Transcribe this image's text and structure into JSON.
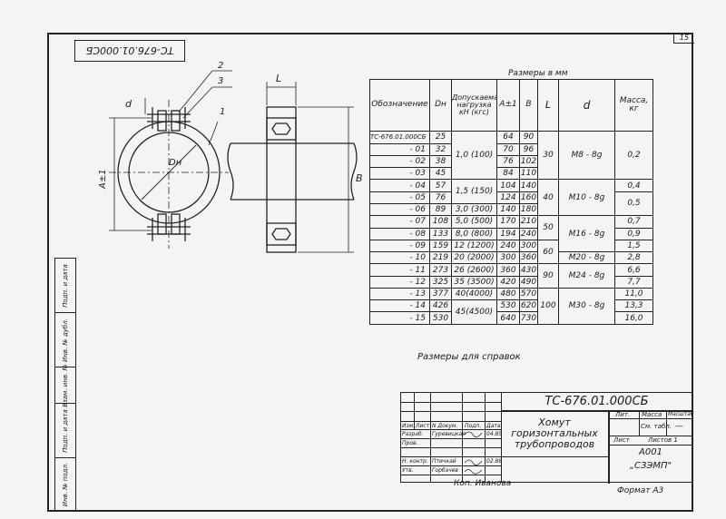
{
  "sheet_number": "15",
  "stamp_top": "ТС-676.01.000СБ",
  "sizes_header": "Размеры в мм",
  "reference_note": "Размеры для справок",
  "bottom_left": "Коп. Иванова",
  "bottom_right": "Формат А3",
  "drawing_labels": {
    "d": "d",
    "a": "A±1",
    "dn": "Dн",
    "l": "L",
    "b": "B",
    "callout_1": "1",
    "callout_2": "2",
    "callout_3": "3"
  },
  "side_labels": [
    "Инв. № подл.",
    "Подп. и дата",
    "Взам. инв. №",
    "Инв. № дубл.",
    "Подп. и дата"
  ],
  "table": {
    "headers": {
      "designation": "Обозначение",
      "dn": "Dн",
      "load": "Допускаемая нагрузка кН (кгс)",
      "a": "A±1",
      "b": "B",
      "l": "L",
      "d": "d",
      "mass": "Масса, кг"
    },
    "rows": [
      {
        "designation": "ТС-676.01.000СБ",
        "dn": "25",
        "a": "64",
        "b": "90"
      },
      {
        "designation": "- 01",
        "dn": "32",
        "a": "70",
        "b": "96"
      },
      {
        "designation": "- 02",
        "dn": "38",
        "a": "76",
        "b": "102"
      },
      {
        "designation": "- 03",
        "dn": "45",
        "a": "84",
        "b": "110"
      },
      {
        "designation": "- 04",
        "dn": "57",
        "a": "104",
        "b": "140"
      },
      {
        "designation": "- 05",
        "dn": "76",
        "a": "124",
        "b": "160"
      },
      {
        "designation": "- 06",
        "dn": "89",
        "a": "140",
        "b": "180"
      },
      {
        "designation": "- 07",
        "dn": "108",
        "a": "170",
        "b": "210"
      },
      {
        "designation": "- 08",
        "dn": "133",
        "a": "194",
        "b": "240"
      },
      {
        "designation": "- 09",
        "dn": "159",
        "a": "240",
        "b": "300"
      },
      {
        "designation": "- 10",
        "dn": "219",
        "a": "300",
        "b": "360"
      },
      {
        "designation": "- 11",
        "dn": "273",
        "a": "360",
        "b": "430"
      },
      {
        "designation": "- 12",
        "dn": "325",
        "a": "420",
        "b": "490"
      },
      {
        "designation": "- 13",
        "dn": "377",
        "a": "480",
        "b": "570"
      },
      {
        "designation": "- 14",
        "dn": "426",
        "a": "530",
        "b": "620"
      },
      {
        "designation": "- 15",
        "dn": "530",
        "a": "640",
        "b": "730"
      }
    ],
    "loads": [
      "1,0 (100)",
      "1,5 (150)",
      "3,0 (300)",
      "5,0 (500)",
      "8,0 (800)",
      "12 (1200)",
      "20 (2000)",
      "26 (2600)",
      "35 (3500)",
      "40(4000)",
      "45(4500)"
    ],
    "l_values": [
      "30",
      "40",
      "50",
      "60",
      "90",
      "100"
    ],
    "d_values": [
      "М8 - 8g",
      "М10 - 8g",
      "М16 - 8g",
      "М20 - 8g",
      "М24 - 8g",
      "М30 - 8g"
    ],
    "masses": [
      "0,2",
      "0,4",
      "0,5",
      "0,7",
      "0,9",
      "1,5",
      "2,8",
      "6,6",
      "7,7",
      "11,0",
      "13,3",
      "16,0"
    ]
  },
  "title_block": {
    "code": "ТС-676.01.000СБ",
    "name_line1": "Хомут",
    "name_line2": "горизонтальных",
    "name_line3": "трубопроводов",
    "col_izm": "Изм.",
    "col_list": "Лист",
    "col_ndoc": "N Докум.",
    "col_podp": "Подп.",
    "col_data": "Дата",
    "razrab_label": "Разраб.",
    "razrab_name": "Гуревицкая",
    "prov_label": "Пров.",
    "nkontr_label": "Н. контр.",
    "nkontr_name": "Птичкай",
    "utv_label": "Утв.",
    "utv_name": "Горбачев",
    "date1": "04.85",
    "date2": "02.86",
    "lit_label": "Лит.",
    "massa_label": "Масса",
    "masshtab_label": "Масштаб",
    "massa_value": "См. табл.",
    "masshtab_value": "—",
    "sheet_label": "Лист",
    "sheets_label": "Листов 1",
    "org1": "А001",
    "org2": "„СЗЭМП\""
  }
}
